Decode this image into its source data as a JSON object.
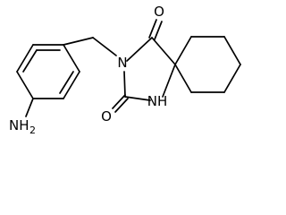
{
  "molecule": {
    "atoms": {
      "oxygen_top": "O",
      "oxygen_bottom": "O",
      "nitrogen_imide": "N",
      "nitrogen_amide": "NH",
      "amine": {
        "main": "NH",
        "sub": "2"
      }
    }
  }
}
